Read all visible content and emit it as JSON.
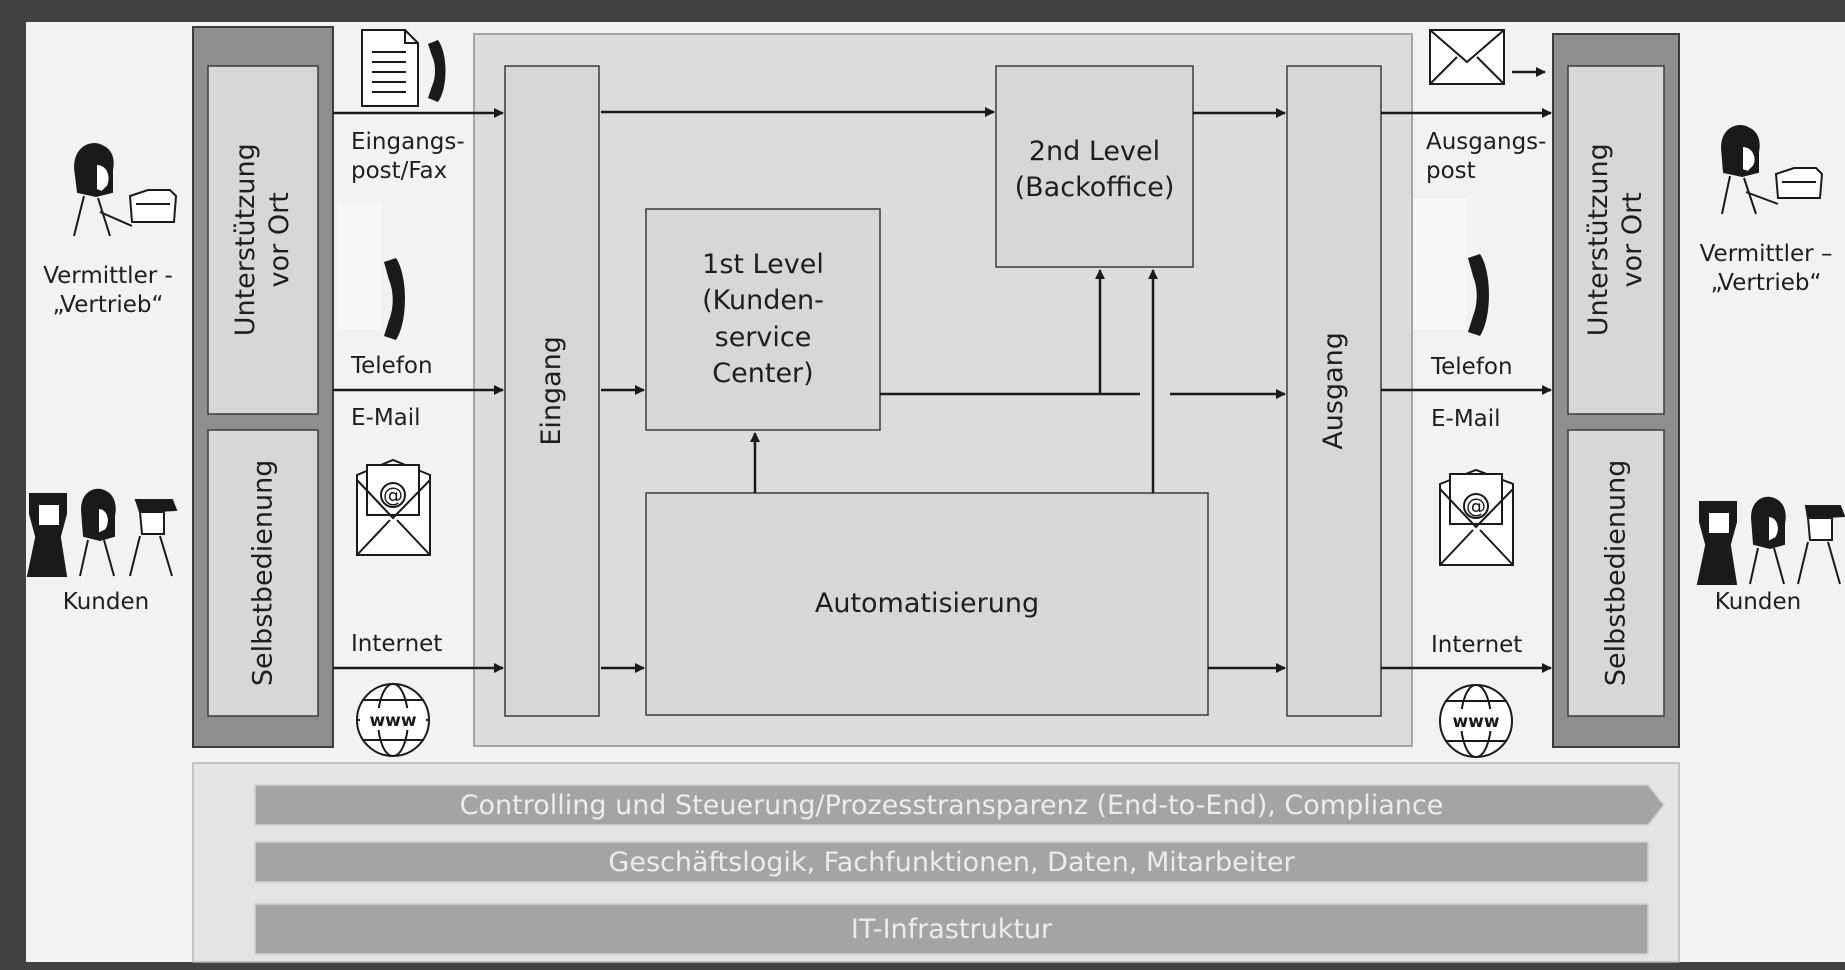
{
  "left": {
    "pillar_top": "Unterstützung\nvor Ort",
    "pillar_bottom": "Selbstbedienung",
    "actor_broker": "Vermittler -\n„Vertrieb“",
    "actor_customers": "Kunden",
    "channel_post": "Eingangs-\npost/Fax",
    "channel_phone": "Telefon",
    "channel_email": "E-Mail",
    "channel_internet": "Internet"
  },
  "center": {
    "eingang": "Eingang",
    "ausgang": "Ausgang",
    "first_level": "1st Level\n(Kunden-\nservice\nCenter)",
    "second_level": "2nd Level\n(Backoffice)",
    "automation": "Automatisierung"
  },
  "right": {
    "pillar_top": "Unterstützung\nvor Ort",
    "pillar_bottom": "Selbstbedienung",
    "actor_broker": "Vermittler –\n„Vertrieb“",
    "actor_customers": "Kunden",
    "channel_post": "Ausgangs-\npost",
    "channel_phone": "Telefon",
    "channel_email": "E-Mail",
    "channel_internet": "Internet"
  },
  "bands": {
    "controlling": "Controlling und Steuerung/Prozesstransparenz (End-to-End), Compliance",
    "business": "Geschäftslogik, Fachfunktionen, Daten, Mitarbeiter",
    "infra": "IT-Infrastruktur"
  },
  "icons": {
    "www_text": "www"
  },
  "colors": {
    "background": "#f2f2f2",
    "pillar_dark": "#8e8e8e",
    "box_fill": "#d7d7d7",
    "band_fill": "#a4a4a4",
    "line": "#1a1a1a"
  }
}
